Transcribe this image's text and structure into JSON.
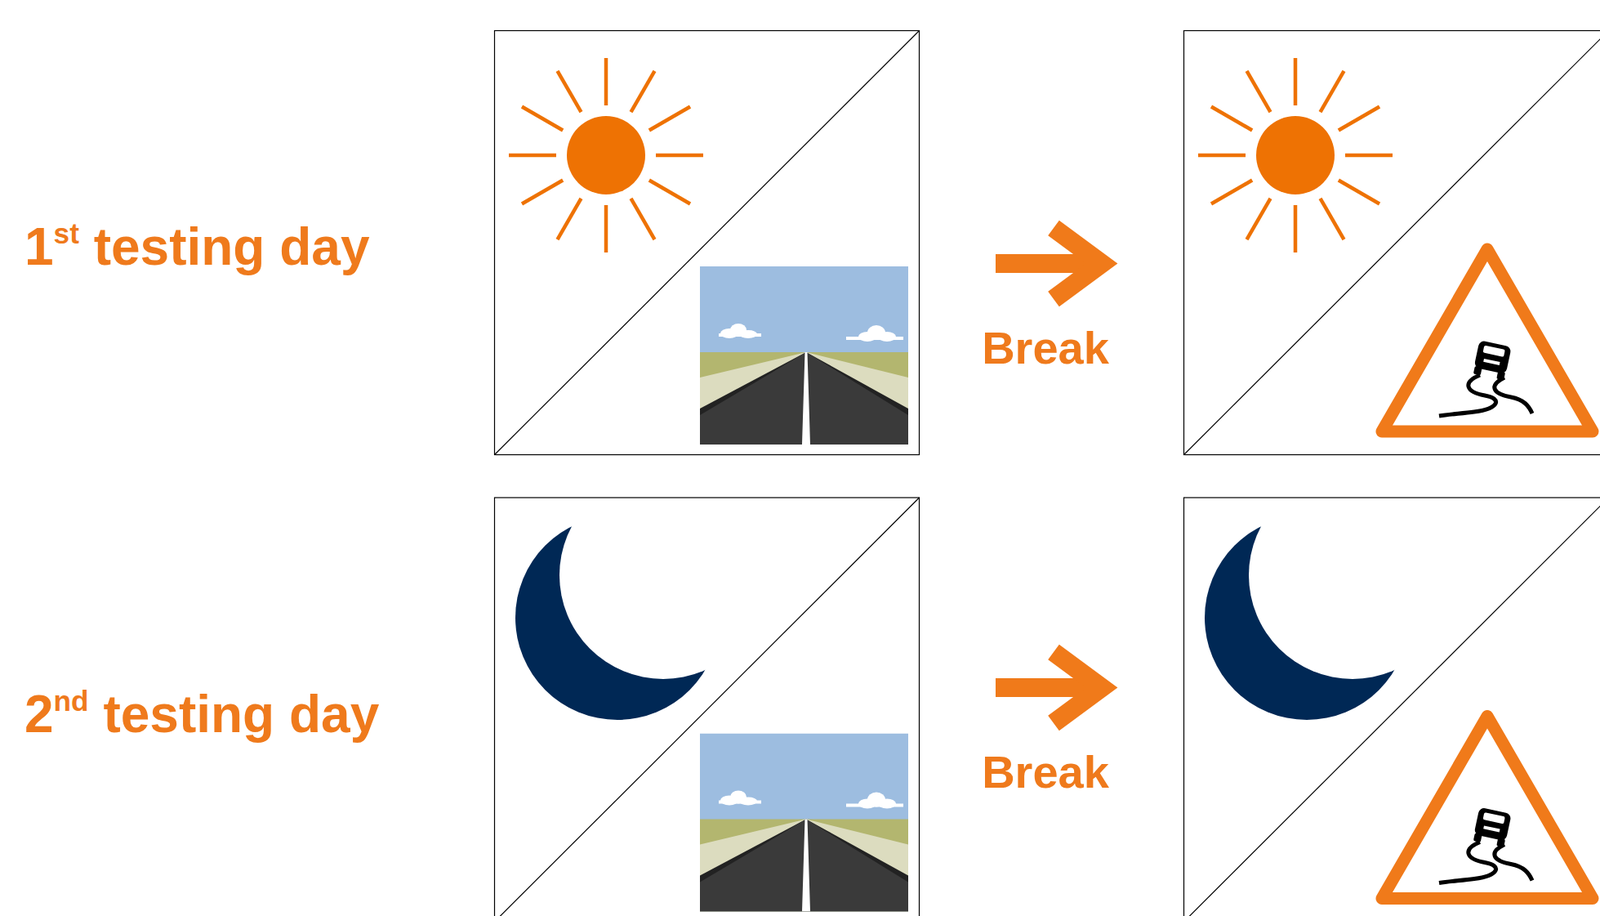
{
  "diagram": {
    "labels": [
      "1st testing day",
      "Break",
      "2nd testing day",
      "Break"
    ]
  }
}
